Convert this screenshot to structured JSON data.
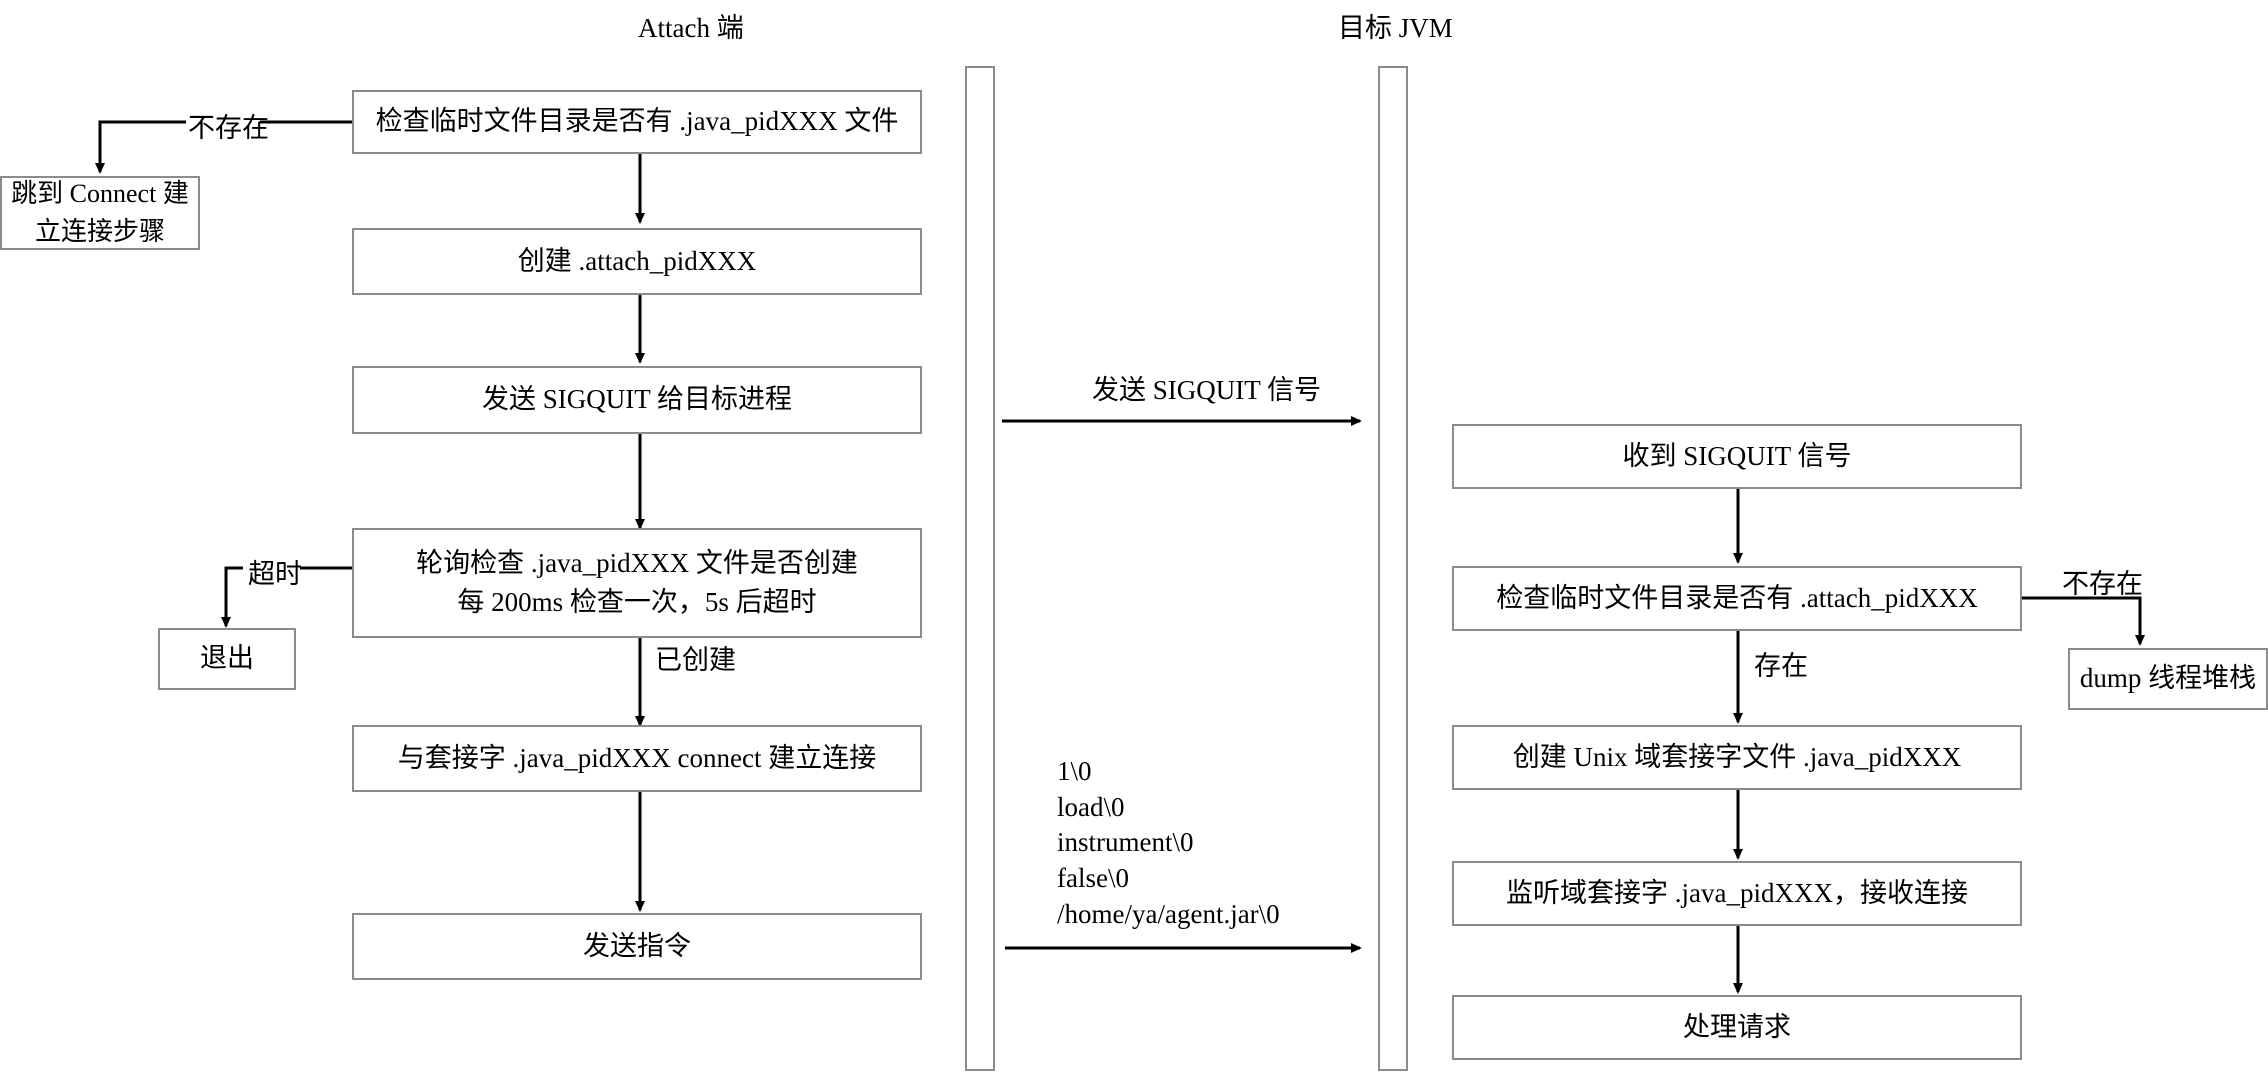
{
  "diagram": {
    "title_left_lane": "Attach 端",
    "title_right_lane": "目标 JVM"
  },
  "left_flow": {
    "nodes": [
      {
        "id": "check-tmp-javapid",
        "label": "检查临时文件目录是否有 .java_pidXXX 文件"
      },
      {
        "id": "create-attach-pid",
        "label": "创建 .attach_pidXXX"
      },
      {
        "id": "send-sigquit",
        "label": "发送 SIGQUIT 给目标进程"
      },
      {
        "id": "poll-check",
        "label": "轮询检查 .java_pidXXX 文件是否创建\n每 200ms 检查一次，5s 后超时"
      },
      {
        "id": "socket-connect",
        "label": "与套接字 .java_pidXXX  connect 建立连接"
      },
      {
        "id": "send-command",
        "label": "发送指令"
      }
    ],
    "branch_nodes": [
      {
        "id": "jump-connect",
        "label": "跳到 Connect 建\n立连接步骤"
      },
      {
        "id": "exit",
        "label": "退出"
      }
    ],
    "edge_labels": [
      {
        "id": "not-exist-left",
        "text": "不存在"
      },
      {
        "id": "timeout",
        "text": "超时"
      },
      {
        "id": "created",
        "text": "已创建"
      }
    ]
  },
  "right_flow": {
    "nodes": [
      {
        "id": "recv-sigquit",
        "label": "收到 SIGQUIT 信号"
      },
      {
        "id": "check-attach-pid",
        "label": "检查临时文件目录是否有 .attach_pidXXX"
      },
      {
        "id": "create-unix-socket",
        "label": "创建 Unix 域套接字文件 .java_pidXXX"
      },
      {
        "id": "listen-socket",
        "label": "监听域套接字 .java_pidXXX，接收连接"
      },
      {
        "id": "handle-request",
        "label": "处理请求"
      }
    ],
    "branch_nodes": [
      {
        "id": "dump-thread-stack",
        "label": "dump 线程堆栈"
      }
    ],
    "edge_labels": [
      {
        "id": "not-exist-right",
        "text": "不存在"
      },
      {
        "id": "exist",
        "text": "存在"
      }
    ]
  },
  "messages": [
    {
      "id": "msg-sigquit",
      "label": "发送 SIGQUIT 信号"
    },
    {
      "id": "msg-payload",
      "label": "1\\0\nload\\0\ninstrument\\0\nfalse\\0\n/home/ya/agent.jar\\0"
    }
  ],
  "colors": {
    "box_border": "#8c8c8c",
    "line": "#000000",
    "background": "#ffffff",
    "text": "#000000"
  }
}
